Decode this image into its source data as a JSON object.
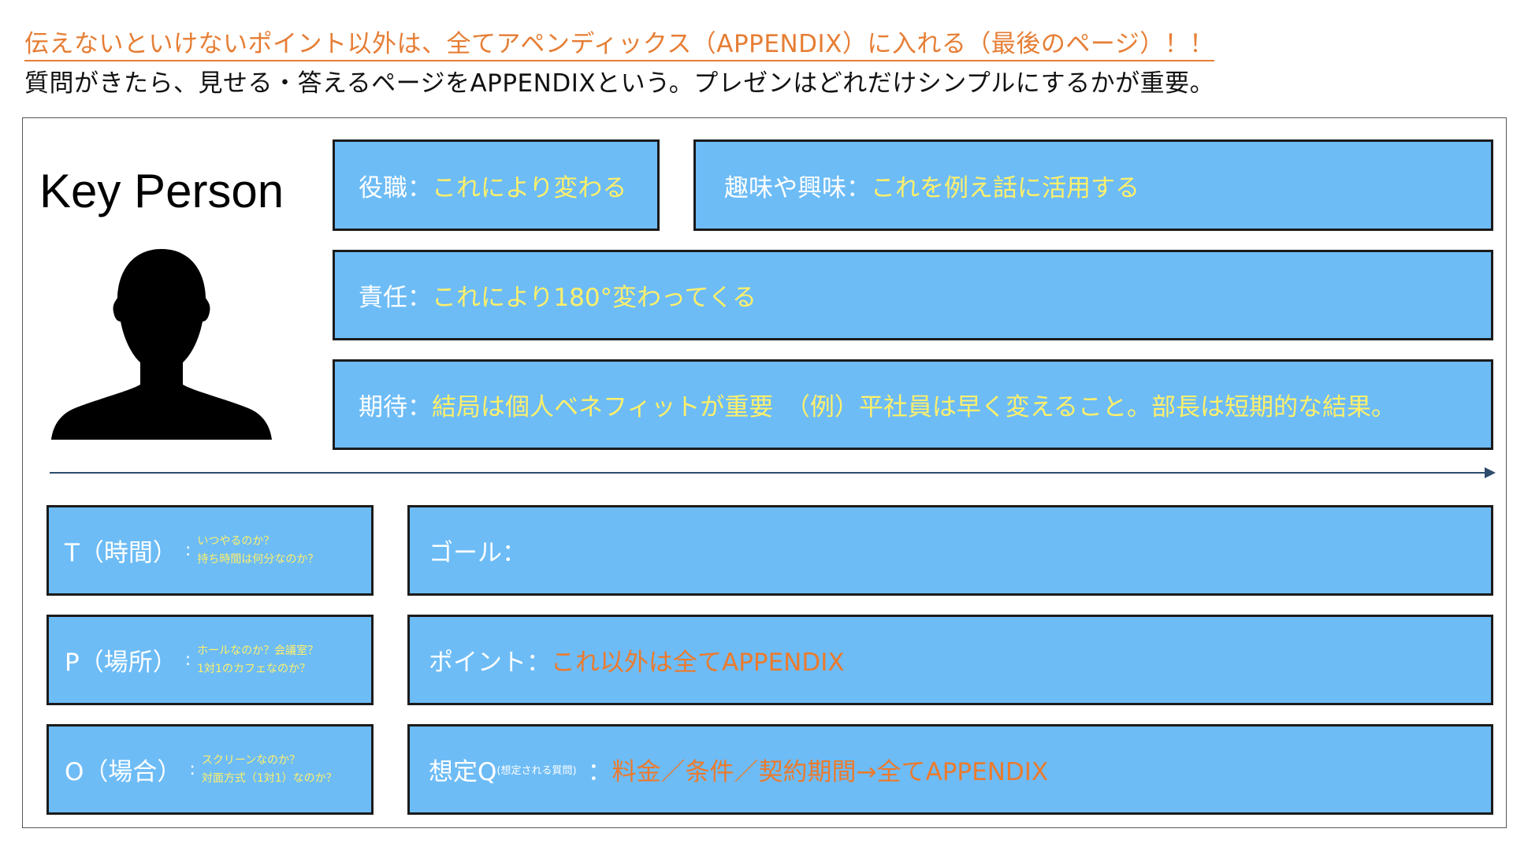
{
  "header": {
    "headline": "伝えないといけないポイント以外は、全てアペンディックス（APPENDIX）に入れる（最後のページ）！！",
    "subline": "質問がきたら、見せる・答えるページをAPPENDIXという。プレゼンはどれだけシンプルにするかが重要。"
  },
  "key_person": {
    "title": "Key Person",
    "avatar_icon": "person-silhouette-icon"
  },
  "attributes": {
    "role": {
      "label": "役職：",
      "value": "これにより変わる"
    },
    "hobby": {
      "label": "趣味や興味：",
      "value": "これを例え話に活用する"
    },
    "responsibility": {
      "label": "責任：",
      "value": "これにより180°変わってくる"
    },
    "expectation": {
      "label": "期待：",
      "value": "結局は個人ベネフィットが重要　（例）平社員は早く変えること。部長は短期的な結果。"
    }
  },
  "tpo": {
    "time": {
      "label": "T（時間）",
      "note1": "いつやるのか？",
      "note2": "持ち時間は何分なのか？"
    },
    "place": {
      "label": "P（場所）",
      "note1": "ホールなのか？会議室？",
      "note2": "1対1のカフェなのか？"
    },
    "occasion": {
      "label": "O（場合）",
      "note1": "スクリーンなのか？",
      "note2": "対面方式（1対1）なのか？"
    }
  },
  "goals": {
    "goal": {
      "label": "ゴール：",
      "value": ""
    },
    "point": {
      "label": "ポイント：",
      "value": "これ以外は全てAPPENDIX"
    },
    "assumed_q": {
      "label": "想定Q",
      "sub": "(想定される質問)",
      "colon": "：",
      "value": "料金／条件／契約期間→全てAPPENDIX"
    }
  },
  "colors": {
    "box_fill": "#6dbcf6",
    "highlight_yellow": "#fff06a",
    "highlight_orange": "#ec7a2c",
    "headline_orange": "#e67e35"
  }
}
